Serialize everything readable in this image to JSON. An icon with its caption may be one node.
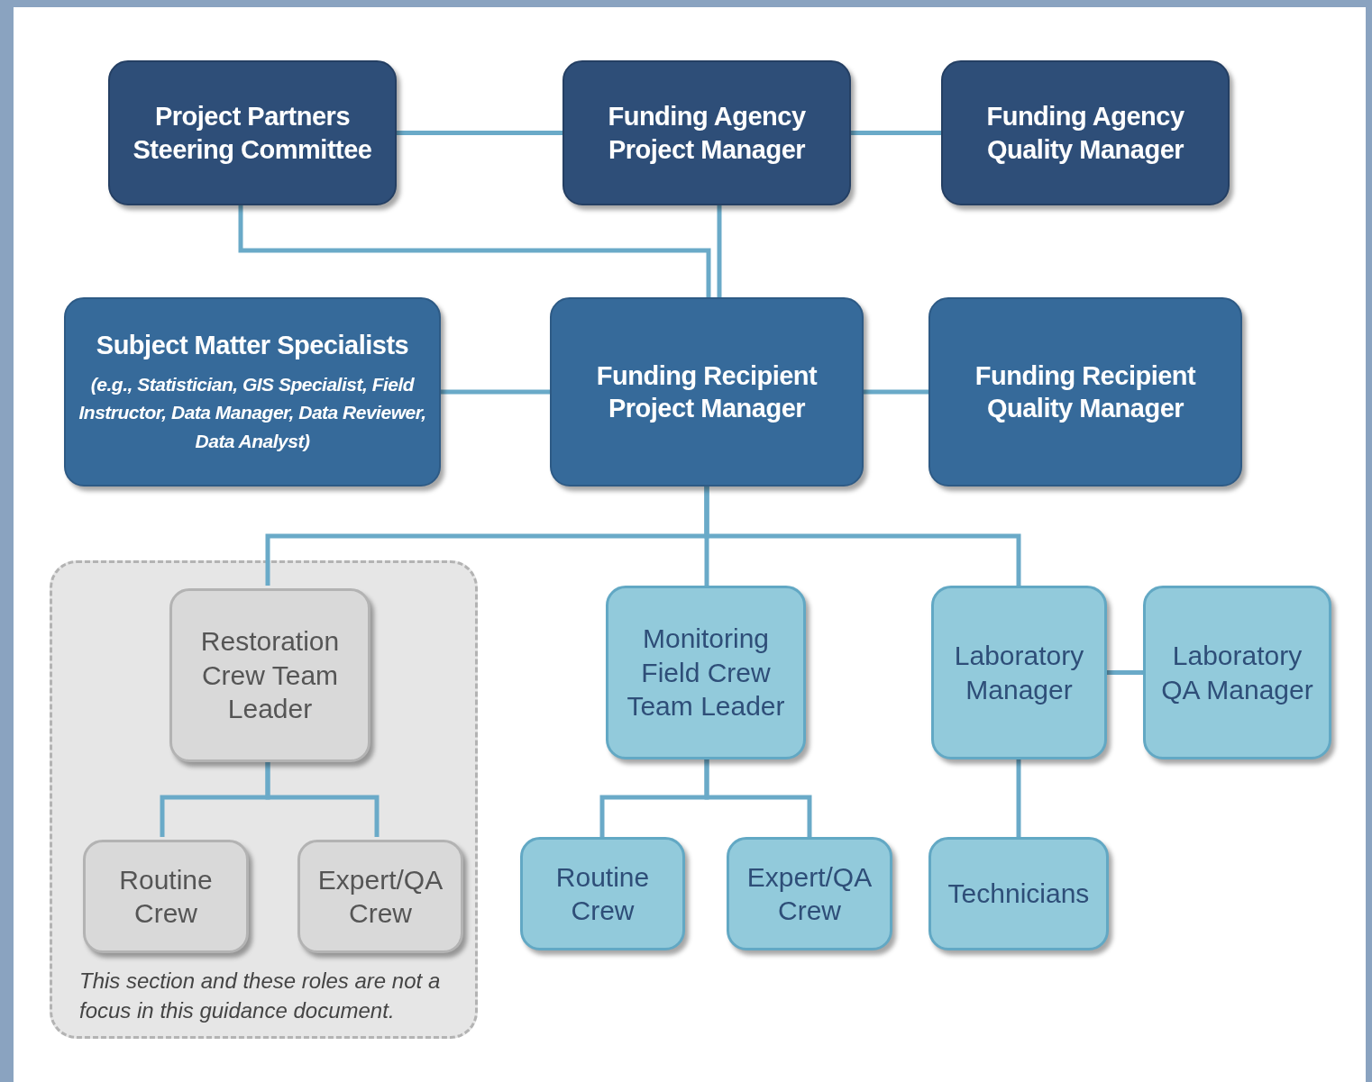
{
  "diagram": {
    "nodes": [
      {
        "text": [
          "Project Partners Steering Committee"
        ]
      },
      {
        "text": [
          "Funding Agency Project Manager"
        ]
      },
      {
        "text": [
          "Funding Agency Quality Manager"
        ]
      },
      {
        "text": [
          "Subject Matter Specialists",
          "(e.g., Statistician, GIS Specialist, Field Instructor, Data Manager, Data Reviewer, Data Analyst)"
        ]
      },
      {
        "text": [
          "Funding Recipient Project Manager"
        ]
      },
      {
        "text": [
          "Funding Recipient Quality Manager"
        ]
      },
      {
        "text": [
          "This section and these roles are not a focus in this guidance document."
        ]
      },
      {
        "text": [
          "Restoration Crew Team Leader"
        ],
        "in": 6
      },
      {
        "text": [
          "Routine Crew"
        ],
        "in": 6
      },
      {
        "text": [
          "Expert/QA Crew"
        ],
        "in": 6
      },
      {
        "text": [
          "Monitoring Field Crew Team Leader"
        ]
      },
      {
        "text": [
          "Laboratory Manager"
        ]
      },
      {
        "text": [
          "Laboratory QA Manager"
        ]
      },
      {
        "text": [
          "Routine Crew"
        ]
      },
      {
        "text": [
          "Expert/QA Crew"
        ]
      },
      {
        "text": [
          "Technicians"
        ]
      }
    ],
    "edges": [
      {
        "from": 0,
        "to": 1,
        "arrow": "none"
      },
      {
        "from": 1,
        "to": 2,
        "arrow": "none"
      },
      {
        "from": 0,
        "to": 4,
        "arrow": "none"
      },
      {
        "from": 1,
        "to": 4,
        "arrow": "none"
      },
      {
        "from": 3,
        "to": 4,
        "arrow": "none"
      },
      {
        "from": 4,
        "to": 5,
        "arrow": "none"
      },
      {
        "from": 4,
        "to": 7,
        "arrow": "none"
      },
      {
        "from": 4,
        "to": 10,
        "arrow": "none"
      },
      {
        "from": 4,
        "to": 11,
        "arrow": "none"
      },
      {
        "from": 11,
        "to": 12,
        "arrow": "none"
      },
      {
        "from": 7,
        "to": 8,
        "arrow": "none"
      },
      {
        "from": 7,
        "to": 9,
        "arrow": "none"
      },
      {
        "from": 10,
        "to": 13,
        "arrow": "none"
      },
      {
        "from": 10,
        "to": 14,
        "arrow": "none"
      },
      {
        "from": 11,
        "to": 15,
        "arrow": "none"
      }
    ]
  }
}
